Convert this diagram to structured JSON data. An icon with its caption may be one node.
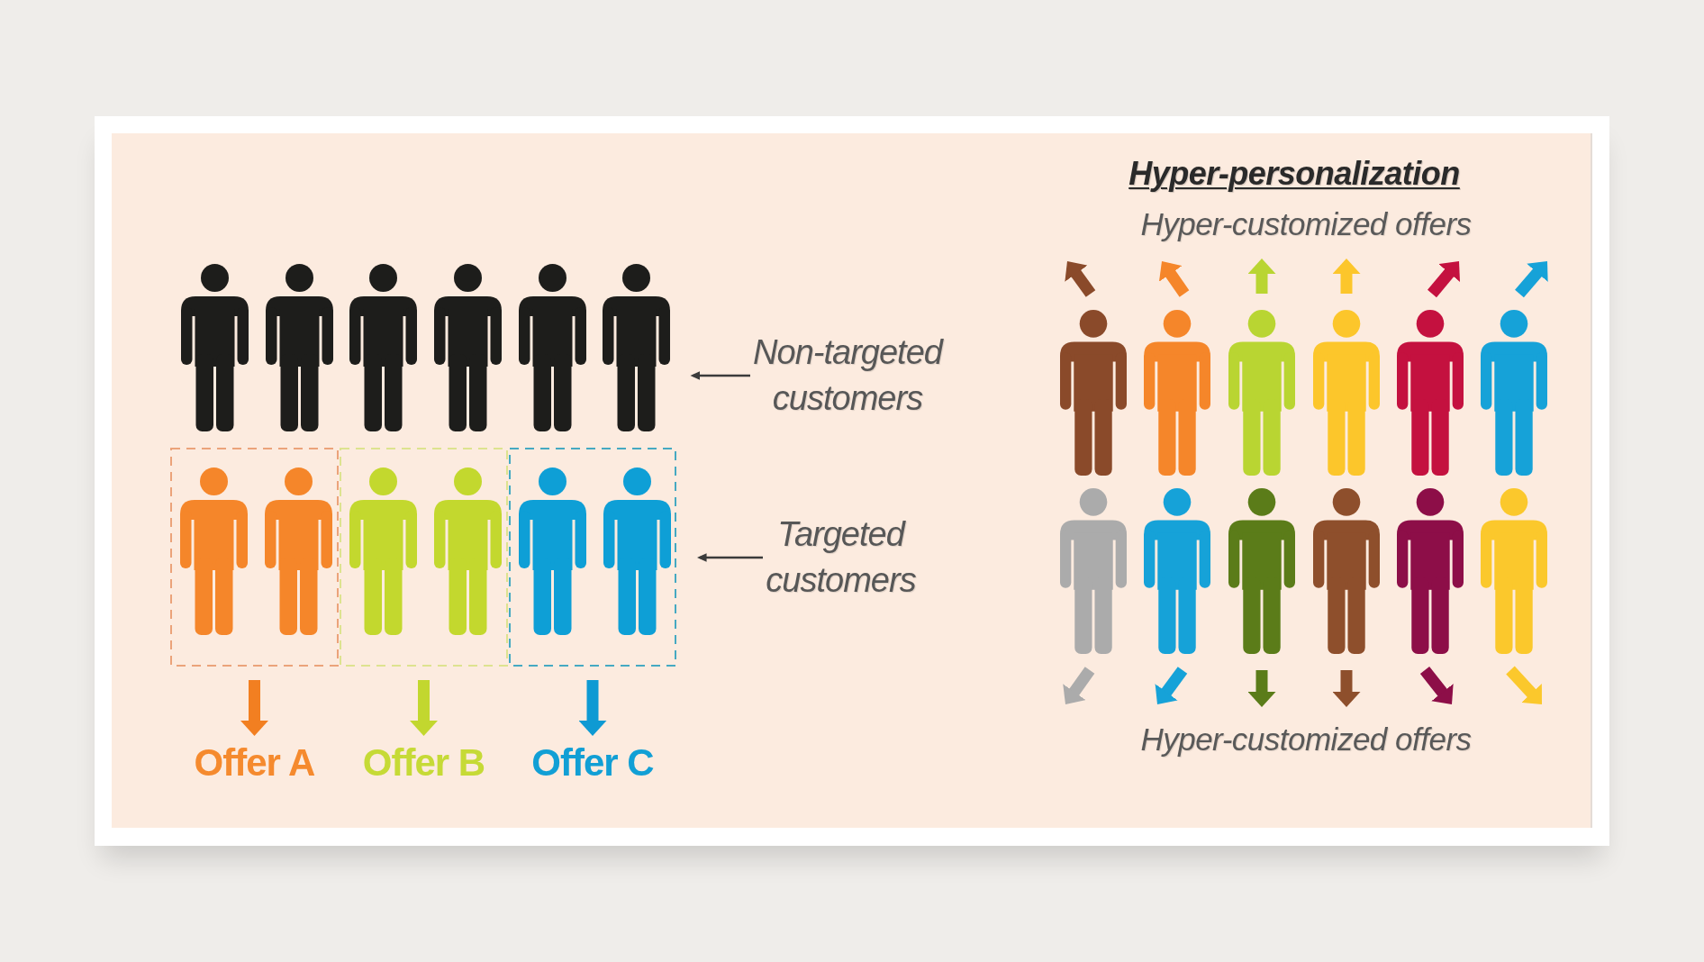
{
  "diagram": {
    "nodes": [
      {
        "text": [],
        "shape": "person"
      },
      {
        "text": [],
        "shape": "person"
      },
      {
        "text": [],
        "shape": "person"
      },
      {
        "text": [],
        "shape": "person"
      },
      {
        "text": [],
        "shape": "person"
      },
      {
        "text": [],
        "shape": "person"
      },
      {
        "text": [
          "Non-targeted customers"
        ]
      },
      {
        "text": [],
        "shape": "box"
      },
      {
        "text": [],
        "shape": "person",
        "in": 7
      },
      {
        "text": [],
        "shape": "person",
        "in": 7
      },
      {
        "text": [],
        "shape": "box"
      },
      {
        "text": [],
        "shape": "person",
        "in": 10
      },
      {
        "text": [],
        "shape": "person",
        "in": 10
      },
      {
        "text": [],
        "shape": "box"
      },
      {
        "text": [],
        "shape": "person",
        "in": 13
      },
      {
        "text": [],
        "shape": "person",
        "in": 13
      },
      {
        "text": [
          "Targeted customers"
        ]
      },
      {
        "text": [
          "Offer A"
        ]
      },
      {
        "text": [
          "Offer B"
        ]
      },
      {
        "text": [
          "Offer C"
        ]
      },
      {
        "text": [],
        "shape": "person"
      },
      {
        "text": [],
        "shape": "person"
      },
      {
        "text": [],
        "shape": "person"
      },
      {
        "text": [],
        "shape": "person"
      },
      {
        "text": [],
        "shape": "person"
      },
      {
        "text": [],
        "shape": "person"
      },
      {
        "text": [],
        "shape": "person"
      },
      {
        "text": [],
        "shape": "person"
      },
      {
        "text": [],
        "shape": "person"
      },
      {
        "text": [],
        "shape": "person"
      },
      {
        "text": [],
        "shape": "person"
      },
      {
        "text": [],
        "shape": "person"
      }
    ],
    "edges": [
      {
        "from": 6,
        "to": 5,
        "arrow": "to"
      },
      {
        "from": 16,
        "to": 13,
        "arrow": "to"
      },
      {
        "from": 7,
        "to": 17,
        "arrow": "to",
        "color": "#f27f21"
      },
      {
        "from": 10,
        "to": 18,
        "arrow": "to",
        "color": "#c2d72f"
      },
      {
        "from": 13,
        "to": 19,
        "arrow": "to",
        "color": "#0e9ad3"
      }
    ],
    "labels": [
      "Hyper-personalization",
      "Hyper-customized offers",
      "Hyper-customized offers"
    ]
  }
}
